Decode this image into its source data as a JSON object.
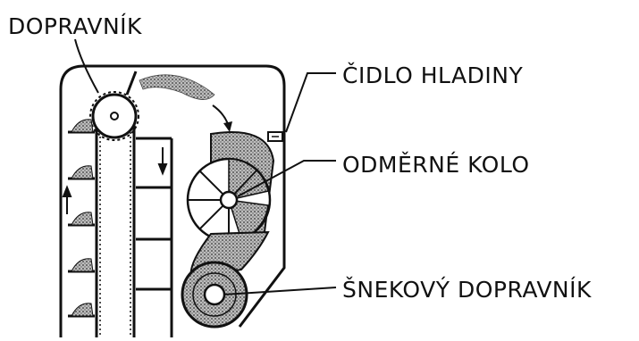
{
  "labels": {
    "conveyor": "DOPRAVNÍK",
    "level_sensor": "ČIDLO HLADINY",
    "metering_wheel": "ODMĚRNÉ KOLO",
    "screw_conveyor": "ŠNEKOVÝ DOPRAVNÍK"
  },
  "colors": {
    "ink": "#111111",
    "fill_grain": "#8a8a8a",
    "background": "#ffffff"
  }
}
